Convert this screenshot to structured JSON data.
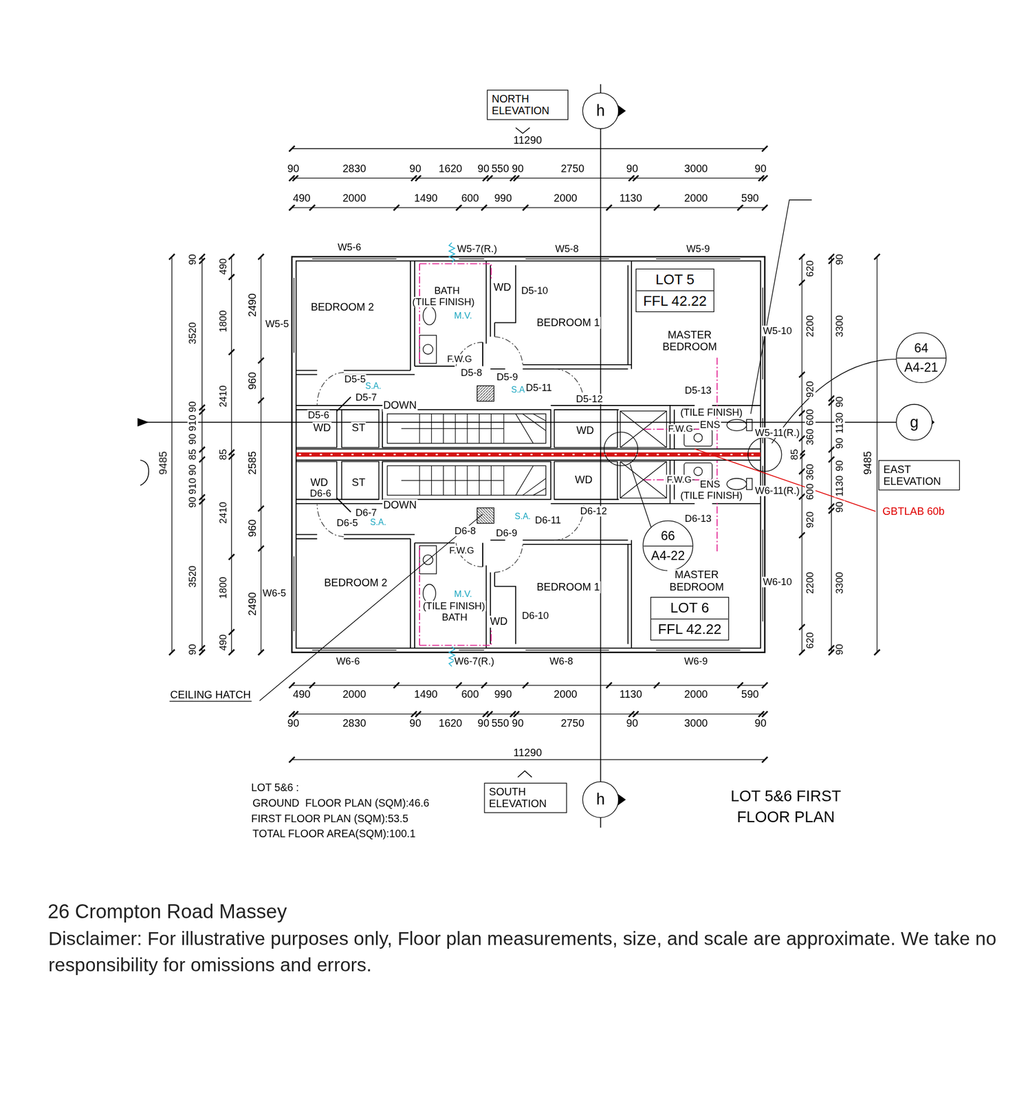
{
  "diagram": {
    "title": "LOT 5&6 FIRST FLOOR PLAN",
    "caption": "26 Crompton Road Massey",
    "nodes": [
      {
        "text": [
          "NORTH ELEVATION"
        ]
      },
      {
        "text": [
          "h"
        ]
      },
      {
        "text": [
          "LOT 5",
          "FFL 42.22"
        ]
      },
      {
        "text": [
          "64",
          "A4-21"
        ]
      },
      {
        "text": [
          "g"
        ]
      },
      {
        "text": [
          "EAST ELEVATION"
        ]
      },
      {
        "text": [
          "66",
          "A4-22"
        ]
      },
      {
        "text": [
          "LOT 6",
          "FFL 42.22"
        ]
      },
      {
        "text": [
          "SOUTH ELEVATION"
        ]
      },
      {
        "text": [
          "h"
        ]
      }
    ],
    "labels": [
      "11290",
      "90",
      "2830",
      "90",
      "1620",
      "90",
      "550",
      "90",
      "2750",
      "90",
      "3000",
      "90",
      "490",
      "2000",
      "1490",
      "600",
      "990",
      "2000",
      "1130",
      "2000",
      "590",
      "490",
      "2000",
      "1490",
      "600",
      "990",
      "2000",
      "1130",
      "2000",
      "590",
      "90",
      "2830",
      "90",
      "1620",
      "90",
      "550",
      "90",
      "2750",
      "90",
      "3000",
      "90",
      "11290",
      "9485",
      "90",
      "3520",
      "90",
      "910",
      "90",
      "85",
      "90",
      "910",
      "90",
      "3520",
      "90",
      "490",
      "1800",
      "2410",
      "85",
      "2410",
      "1800",
      "490",
      "2490",
      "960",
      "2585",
      "960",
      "2490",
      "85",
      "620",
      "2200",
      "920",
      "600",
      "360",
      "360",
      "600",
      "920",
      "2200",
      "620",
      "90",
      "3300",
      "90",
      "1130",
      "90",
      "90",
      "1130",
      "90",
      "3300",
      "90",
      "9485",
      "W5-6",
      "W5-7(R.)",
      "W5-8",
      "W5-9",
      "BEDROOM 2",
      "BATH",
      "(TILE FINISH)",
      "M.V.",
      "WD",
      "D5-10",
      "BEDROOM 1",
      "W5-5",
      "MASTER BEDROOM",
      "W5-10",
      "F.W.G",
      "D5-8",
      "D5-9",
      "D5-5",
      "S.A.",
      "S.A.",
      "D5-11",
      "D5-13",
      "D5-7",
      "D5-12",
      "DOWN",
      "(TILE FINISH)",
      "D5-6",
      "WD",
      "ST",
      "WD",
      "F.W.G",
      "ENS",
      "W5-11(R.)",
      "WD",
      "D6-6",
      "ST",
      "DOWN",
      "D6-7",
      "D6-5",
      "S.A.",
      "S.A.",
      "D6-11",
      "WD",
      "D6-12",
      "F.W.G",
      "ENS",
      "W6-11(R.)",
      "(TILE FINISH)",
      "D6-13",
      "D6-8",
      "D6-9",
      "F.W.G",
      "BEDROOM 2",
      "MASTER BEDROOM",
      "W6-10",
      "BEDROOM 1",
      "W6-5",
      "M.V.",
      "(TILE FINISH)",
      "BATH",
      "WD",
      "D6-10",
      "W6-6",
      "W6-7(R.)",
      "W6-8",
      "W6-9",
      "CEILING HATCH",
      "GBTLAB 60b",
      "LOT 5&6 :",
      "GROUND  FLOOR PLAN (SQM):46.6",
      "FIRST FLOOR PLAN (SQM):53.5",
      "TOTAL FLOOR AREA(SQM):100.1",
      "Disclaimer: For illustrative purposes only, Floor plan measurements, size, and scale are approximate. We take no responsibility for omissions and errors."
    ]
  }
}
